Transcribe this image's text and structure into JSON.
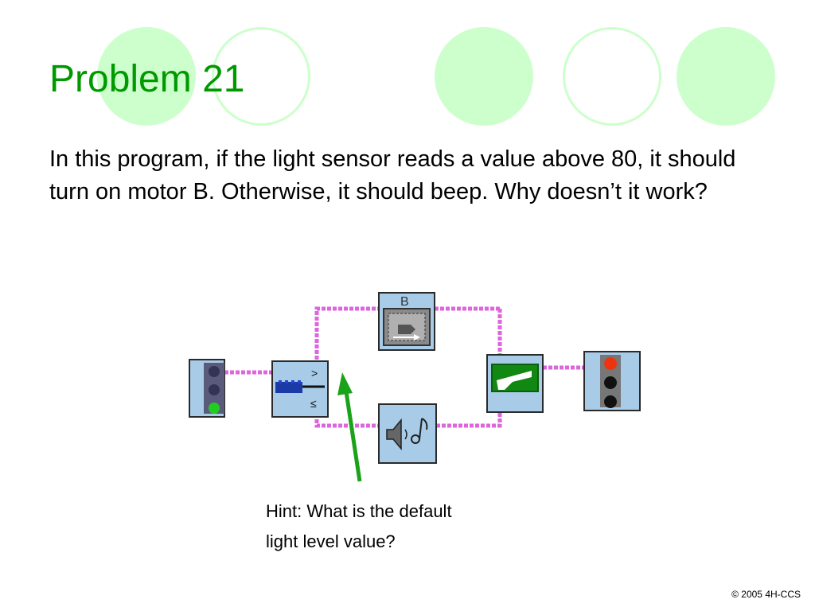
{
  "slide": {
    "title": "Problem 21",
    "body": "In this program, if the light sensor reads a value above 80, it should turn on motor B. Otherwise, it should beep. Why doesn’t it work?",
    "hint_line1": "Hint: What is the default",
    "hint_line2": "light level value?",
    "copyright": "© 2005 4H-CCS"
  },
  "diagram": {
    "motor_port_label": "B",
    "fork_top_symbol": ">",
    "fork_bottom_symbol": "≤",
    "wire_color": "#dd66dd",
    "block_color": "#a8cce8",
    "arrow_color": "#1aa31a"
  },
  "colors": {
    "title": "#009900",
    "decor_circle": "#ccffcc"
  }
}
